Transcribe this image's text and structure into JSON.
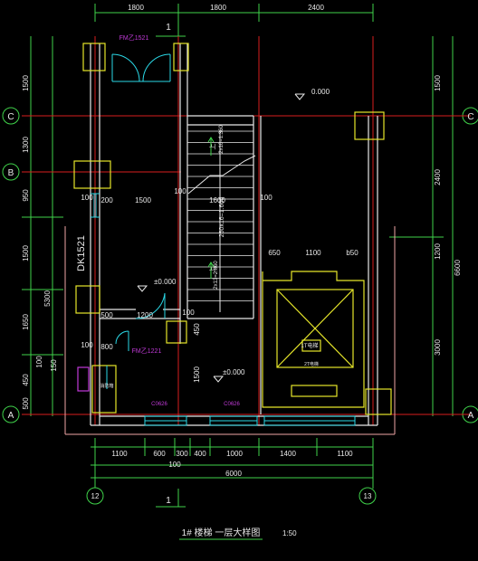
{
  "colors": {
    "background": "#000000",
    "dimension": "#3fd24a",
    "axis_red": "#d81e1e",
    "wall_white": "#e8e8e8",
    "yellow": "#e6e62a",
    "cyan": "#2ad8e6",
    "magenta": "#c03ad8",
    "pink": "#f0a6a6"
  },
  "title": {
    "main": "1# 楼梯  一层大样图",
    "scale": "1:50"
  },
  "section_mark": "1",
  "top_dims": [
    "1800",
    "1800",
    "2400"
  ],
  "bottom_dims": [
    "1100",
    "600",
    "300",
    "400",
    "1000",
    "1400",
    "1100"
  ],
  "bottom_small": "100",
  "bottom_total": "6000",
  "axes": {
    "left_letters": [
      "C",
      "B",
      "A"
    ],
    "right_letters": [
      "C",
      "A"
    ],
    "bottom_numbers": [
      "12",
      "13"
    ]
  },
  "left_dims": [
    "1500",
    "1300",
    "950",
    "1500",
    "5300",
    "1650",
    "100",
    "450",
    "150",
    "500"
  ],
  "right_dims": [
    "1500",
    "2400",
    "6600",
    "1200",
    "3000"
  ],
  "labels": {
    "door_top": "FM乙1521",
    "door_mid": "FM乙1221",
    "window_vertical": "DK1521",
    "window_left": "C0626",
    "window_right": "C0626",
    "level_stair": "±0.000",
    "level_lobby": "±0.000",
    "level_shaft": "0.000",
    "stair_up_1": "上",
    "stair_run_1": "2x10=1.360",
    "stair_run_2": "260x16=1.660",
    "stair_run_3": "2x13=2.860",
    "stair_up_2": "上",
    "elevator_a": "1T电梯",
    "elevator_b": "2T电梯",
    "cabinet": "消防箱",
    "dim_100_a": "100",
    "dim_100_b": "100",
    "dim_100_c": "100",
    "dim_100_d": "100",
    "dim_100_e": "100",
    "dim_200": "200",
    "dim_1500": "1500",
    "dim_1600": "1600",
    "dim_650": "650",
    "dim_1100": "1100",
    "dim_b50": "b50",
    "dim_500": "500",
    "dim_1200": "1200",
    "dim_800": "800",
    "dim_450_v": "450",
    "dim_1500_v": "1500"
  }
}
